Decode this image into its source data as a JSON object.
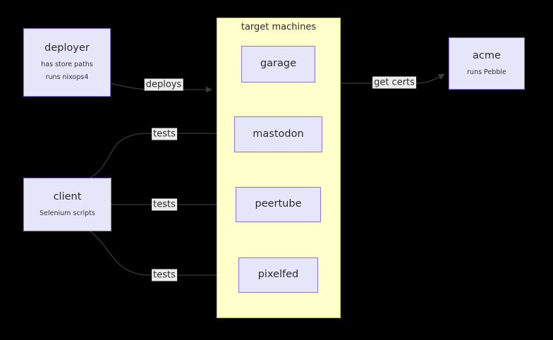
{
  "diagram": {
    "type": "graph",
    "background_color": "#000000",
    "node_fill": "#e6e6fa",
    "node_border": "#9370db",
    "cluster_fill": "#ffffcc",
    "cluster_border": "#cccc33",
    "edge_color": "#3a3a3a",
    "label_chip_fill": "#ececec"
  },
  "cluster": {
    "title": "target machines"
  },
  "nodes": {
    "deployer": {
      "title": "deployer",
      "sub1": "has store paths",
      "sub2": "runs nixops4"
    },
    "client": {
      "title": "client",
      "sub1": "Selenium scripts"
    },
    "acme": {
      "title": "acme",
      "sub1": "runs Pebble"
    },
    "garage": {
      "title": "garage"
    },
    "mastodon": {
      "title": "mastodon"
    },
    "peertube": {
      "title": "peertube"
    },
    "pixelfed": {
      "title": "pixelfed"
    }
  },
  "edges": {
    "deployer_to_garage": "deploys",
    "garage_to_acme": "get certs",
    "client_to_mastodon": "tests",
    "client_to_peertube": "tests",
    "client_to_pixelfed": "tests"
  }
}
